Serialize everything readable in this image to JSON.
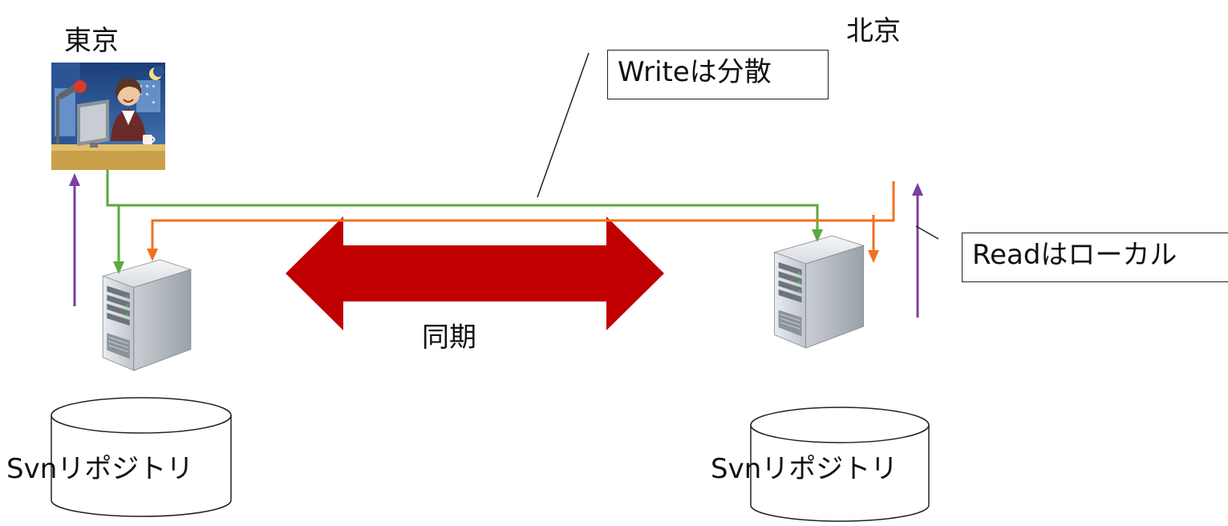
{
  "sites": {
    "tokyo": {
      "name": "東京"
    },
    "beijing": {
      "name": "北京"
    }
  },
  "sync_label": "同期",
  "repositories": {
    "left": {
      "label": "Svnリポジトリ"
    },
    "right": {
      "label": "Svnリポジトリ"
    }
  },
  "callouts": {
    "write": "Writeは分散",
    "read": "Readはローカル"
  },
  "colors": {
    "write_line": "#5aaa3c",
    "sync_line": "#f07020",
    "read_line": "#7b3fa0",
    "sync_arrow": "#cc0000"
  },
  "icons": {
    "user": "office-worker-icon",
    "server": "server-tower-icon",
    "repository": "database-cylinder-icon"
  }
}
